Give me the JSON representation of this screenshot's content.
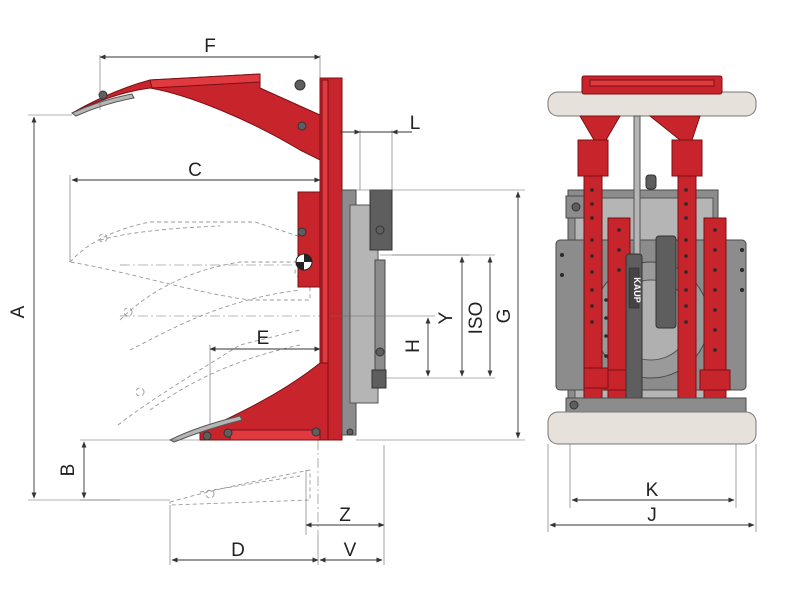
{
  "diagram": {
    "brand_label": "KAUP",
    "colors": {
      "attachment_red": "#c8242b",
      "frame_grey": "#8c8c8c",
      "clamp_pad": "#e6e1db",
      "dimension_line": "#333333"
    },
    "dimensions": {
      "F": "F",
      "L": "L",
      "C": "C",
      "A": "A",
      "G": "G",
      "ISO": "ISO",
      "Y": "Y",
      "H": "H",
      "E": "E",
      "B": "B",
      "Z": "Z",
      "D": "D",
      "V": "V",
      "K": "K",
      "J": "J"
    }
  }
}
